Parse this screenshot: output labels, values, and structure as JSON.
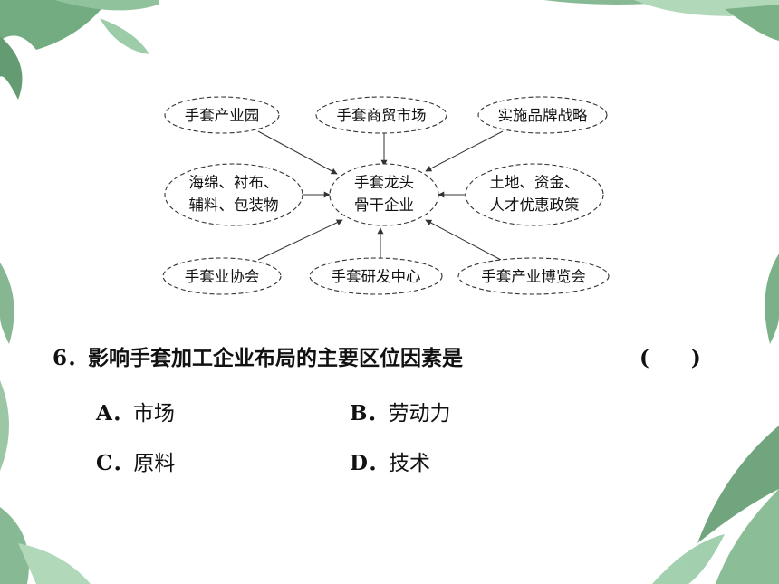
{
  "diagram": {
    "center": {
      "line1": "手套龙头",
      "line2": "骨干企业"
    },
    "nodes": {
      "top_left": {
        "label": "手套产业园"
      },
      "top_center": {
        "label": "手套商贸市场"
      },
      "top_right": {
        "label": "实施品牌战略"
      },
      "mid_left": {
        "line1": "海绵、衬布、",
        "line2": "辅料、包装物"
      },
      "mid_right": {
        "line1": "土地、资金、",
        "line2": "人才优惠政策"
      },
      "bottom_left": {
        "label": "手套业协会"
      },
      "bottom_center": {
        "label": "手套研发中心"
      },
      "bottom_right": {
        "label": "手套产业博览会"
      }
    }
  },
  "question": {
    "number": "6．",
    "text": "影响手套加工企业布局的主要区位因素是",
    "bracket": "(　　)",
    "options": [
      {
        "letter": "A．",
        "text": "市场"
      },
      {
        "letter": "B．",
        "text": "劳动力"
      },
      {
        "letter": "C．",
        "text": "原料"
      },
      {
        "letter": "D．",
        "text": "技术"
      }
    ]
  }
}
